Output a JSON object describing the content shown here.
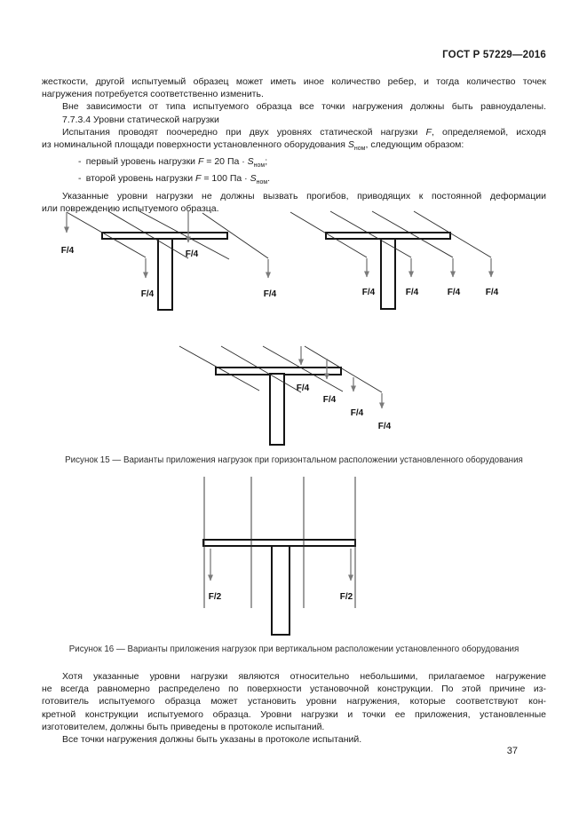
{
  "header": {
    "standard": "ГОСТ Р 57229—2016"
  },
  "content": {
    "p1": {
      "l1": "жесткости, другой испытуемый образец может иметь иное количество ребер, и тогда количество точек",
      "l2": "нагружения потребуется соответственно изменить."
    },
    "p2": "Вне зависимости от типа испытуемого образца все точки нагружения должны быть равноудалены.",
    "heading": "7.7.3.4 Уровни статической нагрузки",
    "p3": {
      "l1_pre": "Испытания проводят поочередно при двух уровнях статической нагрузки ",
      "l1_f": "F",
      "l1_post": ", определяемой, исходя",
      "l2_pre": "из номинальной площади поверхности установленного оборудования ",
      "l2_s": "S",
      "l2_sub": "ном",
      "l2_post": ", следующим образом:"
    },
    "levels": [
      {
        "pre": "- первый уровень нагрузки ",
        "f": "F",
        "mid": " = 20 Па · ",
        "s": "S",
        "sub": "ном",
        "post": ";"
      },
      {
        "pre": "- второй уровень нагрузки ",
        "f": "F",
        "mid": " = 100 Па · ",
        "s": "S",
        "sub": "ном",
        "post": "."
      }
    ],
    "p4": {
      "l1": "Указанные уровни нагрузки не должны вызвать прогибов, приводящих к постоянной деформации",
      "l2": "или повреждению испытуемого образца."
    },
    "p5": {
      "l1": "Хотя указанные уровни нагрузки являются относительно небольшими, прилагаемое нагружение",
      "l2": "не всегда равномерно распределено по поверхности установочной конструкции. По этой причине из-",
      "l3": "готовитель испытуемого образца может установить уровни нагружения, которые соответствуют кон-",
      "l4": "кретной конструкции испытуемого образца. Уровни нагрузки и точки ее приложения, установленные",
      "l5": "изготовителем, должны быть приведены в протоколе испытаний."
    },
    "p6": "Все точки нагружения должны быть указаны в протоколе испытаний."
  },
  "figures": {
    "fig15": {
      "caption": "Рисунок 15 — Варианты приложения нагрузок при горизонтальном расположении установленного оборудования",
      "load_label": "F/4"
    },
    "fig16": {
      "caption": "Рисунок 16 — Варианты приложения нагрузок при вертикальном расположении установленного оборудования",
      "load_label": "F/2"
    }
  },
  "footer": {
    "page_number": "37"
  }
}
